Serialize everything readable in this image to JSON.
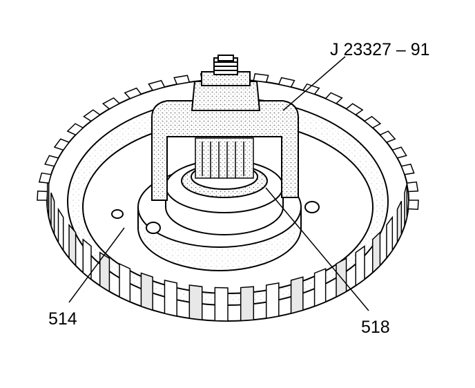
{
  "figure": {
    "callouts": {
      "tool": "J 23327 – 91",
      "part_514": "514",
      "part_518": "518"
    }
  },
  "colors": {
    "ink": "#000000",
    "paper": "#ffffff",
    "tool_stipple": "#9a9a9a"
  }
}
